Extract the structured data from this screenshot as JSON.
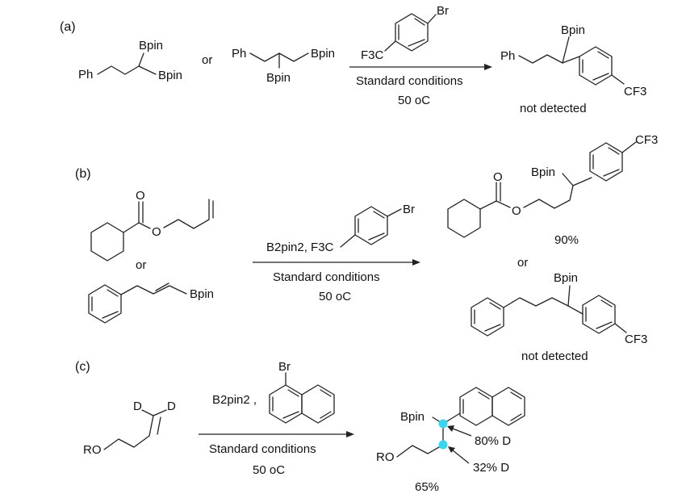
{
  "panels": {
    "a": {
      "label": "(a)",
      "substrate1": {
        "ph": "Ph",
        "bpin_top": "Bpin",
        "bpin_bottom": "Bpin"
      },
      "or": "or",
      "substrate2": {
        "ph": "Ph",
        "bpin_right": "Bpin",
        "bpin_bottom": "Bpin"
      },
      "reagent": {
        "br": "Br",
        "cf3": "F3C"
      },
      "conditions": "Standard conditions",
      "temperature": "50 oC",
      "product": {
        "ph": "Ph",
        "bpin": "Bpin",
        "cf3": "CF3"
      },
      "result": "not detected"
    },
    "b": {
      "label": "(b)",
      "substrate1": {
        "o_carbonyl": "O",
        "o_ester": "O"
      },
      "or": "or",
      "substrate2": {
        "bpin": "Bpin"
      },
      "reagent": {
        "b2pin2": "B2pin2, F3C",
        "br": "Br"
      },
      "conditions": "Standard conditions",
      "temperature": "50 oC",
      "product1": {
        "bpin": "Bpin",
        "cf3": "CF3",
        "o_carbonyl": "O",
        "o_ester": "O",
        "yield": "90%"
      },
      "or_product": "or",
      "product2": {
        "bpin": "Bpin",
        "cf3": "CF3"
      },
      "result": "not detected"
    },
    "c": {
      "label": "(c)",
      "substrate": {
        "d1": "D",
        "d2": "D",
        "ro": "RO"
      },
      "reagent": {
        "br": "Br",
        "b2pin2": "B2pin2 ,"
      },
      "conditions": "Standard conditions",
      "temperature": "50 oC",
      "product": {
        "bpin": "Bpin",
        "ro": "RO",
        "d_label_1": "80% D",
        "d_label_2": "32% D",
        "yield": "65%"
      }
    }
  },
  "colors": {
    "deuterium_marker": "#36d7ee",
    "ink": "#222222"
  }
}
